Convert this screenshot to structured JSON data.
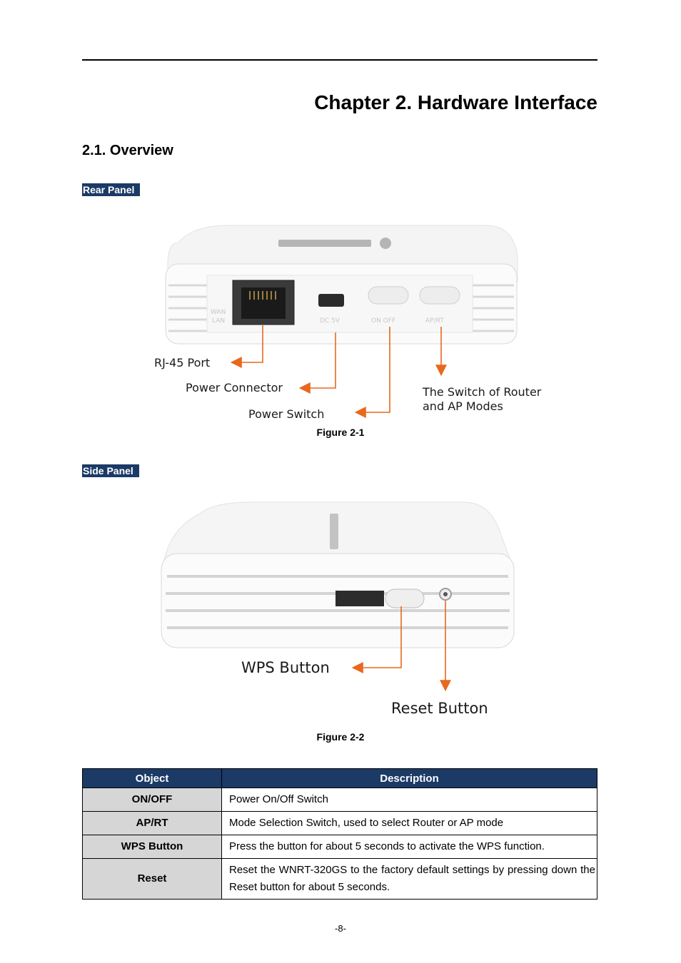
{
  "chapter_title": "Chapter 2.  Hardware Interface",
  "section_title": "2.1.  Overview",
  "rear_panel": {
    "label": "Rear Panel",
    "device_port_labels": [
      "WAN",
      "LAN",
      "DC 5V",
      "ON OFF",
      "AP/RT"
    ],
    "callouts": {
      "rj45": "RJ-45 Port",
      "power_connector": "Power Connector",
      "power_switch": "Power Switch",
      "mode_switch_line1": "The Switch of Router",
      "mode_switch_line2": "and AP Modes"
    },
    "caption": "Figure 2-1"
  },
  "side_panel": {
    "label": "Side Panel",
    "callouts": {
      "wps": "WPS Button",
      "reset": "Reset Button"
    },
    "caption": "Figure 2-2"
  },
  "table": {
    "headers": [
      "Object",
      "Description"
    ],
    "rows": [
      {
        "object": "ON/OFF",
        "description": "Power On/Off Switch"
      },
      {
        "object": "AP/RT",
        "description": "Mode Selection Switch, used to select Router or AP mode"
      },
      {
        "object": "WPS Button",
        "description": "Press the button for about 5 seconds to activate the WPS function."
      },
      {
        "object": "Reset",
        "description": "Reset the WNRT-320GS to the factory default settings by pressing down the Reset button for about 5 seconds."
      }
    ]
  },
  "page_number": "-8-",
  "colors": {
    "label_bg": "#1b3a66",
    "arrow": "#e8681e",
    "object_cell": "#d6d6d6"
  }
}
